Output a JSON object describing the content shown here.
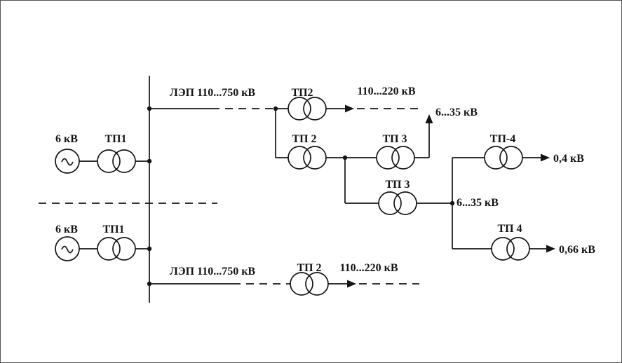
{
  "diagram": {
    "background": "#ffffff",
    "line_color": "#141414",
    "icons": {
      "generator": "circle-with-sine-wave",
      "transformer": "two-overlapping-circles",
      "arrow": "filled-triangle-arrowhead"
    },
    "labels": {
      "gen1_voltage": "6 кВ",
      "gen1_tp": "ТП1",
      "lep_top": "ЛЭП 110...750 кВ",
      "tp2_top": "ТП2",
      "out_top": "110...220 кВ",
      "out_635_top": "6...35 кВ",
      "tp2_mid": "ТП 2",
      "tp3_mid": "ТП 3",
      "tp4_top": "ТП-4",
      "out_04": "0,4 кВ",
      "tp3_low": "ТП 3",
      "bus2_635": "6...35 кВ",
      "tp4_bot": "ТП 4",
      "out_066": "0,66 кВ",
      "gen2_voltage": "6 кВ",
      "gen2_tp": "ТП1",
      "lep_bot": "ЛЭП 110...750 кВ",
      "tp2_bot": "ТП 2",
      "out_bot": "110...220 кВ"
    }
  }
}
